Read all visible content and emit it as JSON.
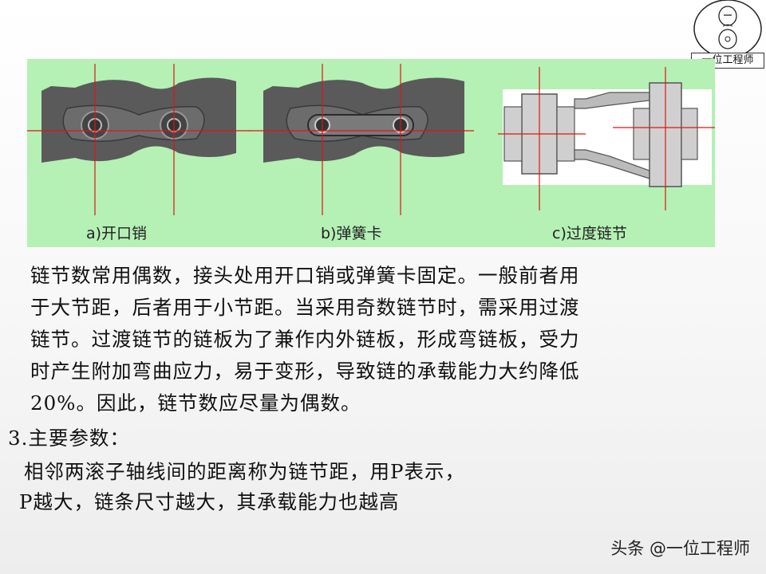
{
  "logo": {
    "text": "一位工程师"
  },
  "figure": {
    "captions": [
      "a)开口销",
      "b)弹簧卡",
      "c)过度链节"
    ]
  },
  "paragraph": {
    "lines": [
      "链节数常用偶数，接头处用开口销或弹簧卡固定。一般前者用",
      "于大节距，后者用于小节距。当采用奇数链节时，需采用过渡",
      "链节。过渡链节的链板为了兼作内外链板，形成弯链板，受力",
      "时产生附加弯曲应力，易于变形，导致链的承载能力大约降低",
      "20%。因此，链节数应尽量为偶数。"
    ]
  },
  "section": {
    "title": "3.主要参数：",
    "lines": [
      "相邻两滚子轴线间的距离称为链节距，用P表示，",
      "P越大，链条尺寸越大，其承载能力也越高"
    ]
  },
  "footer": {
    "watermark": "头条 @一位工程师"
  },
  "colors": {
    "figure_bg": "#b5f0b5",
    "chain_metal": "#5a5a5a",
    "guide_line": "#e01515",
    "section_hatch": "#888888"
  }
}
